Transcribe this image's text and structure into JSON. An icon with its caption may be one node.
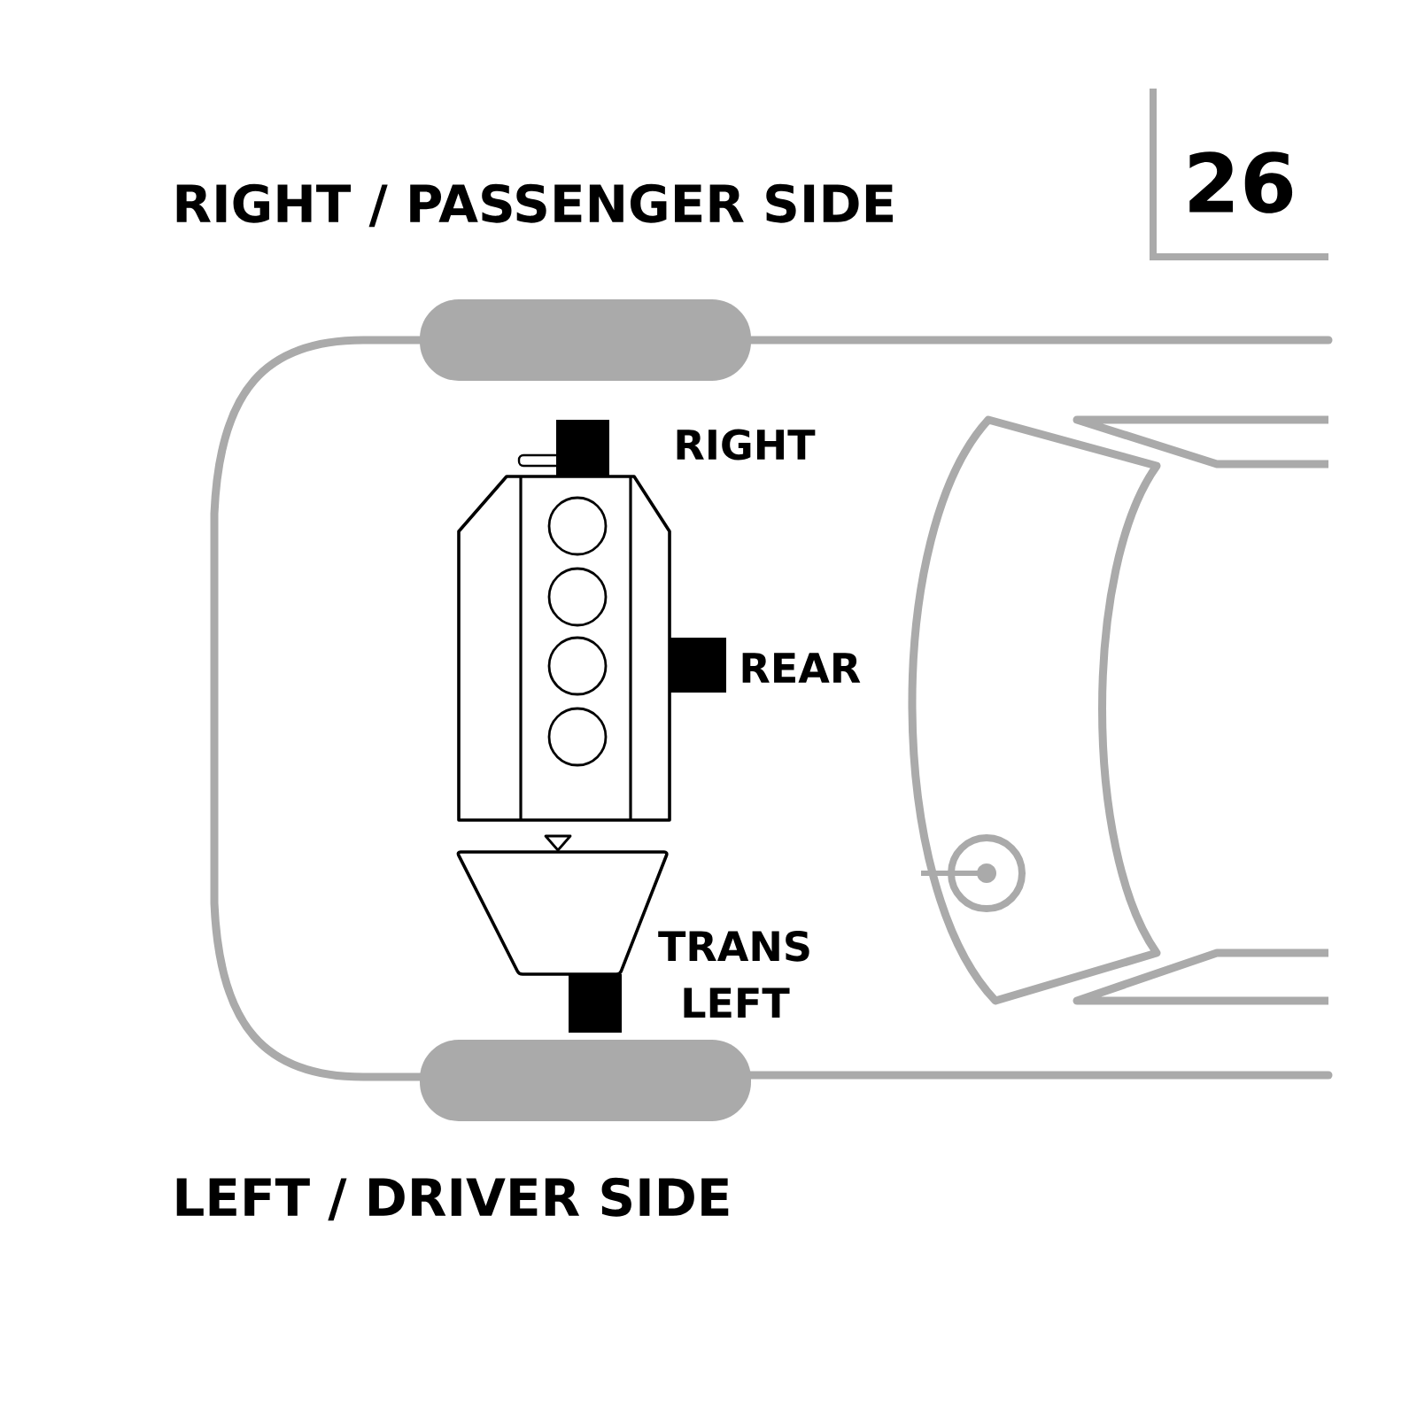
{
  "diagram": {
    "nodes": [
      {
        "text": [],
        "shape": "box",
        "beside": [
          "RIGHT"
        ]
      },
      {
        "text": [],
        "shape": "box",
        "beside": [
          "REAR"
        ]
      },
      {
        "text": [],
        "shape": "box",
        "beside": [
          "TRANS LEFT"
        ]
      }
    ],
    "labels": [
      "RIGHT / PASSENGER SIDE",
      "26",
      "LEFT / DRIVER SIDE"
    ]
  }
}
